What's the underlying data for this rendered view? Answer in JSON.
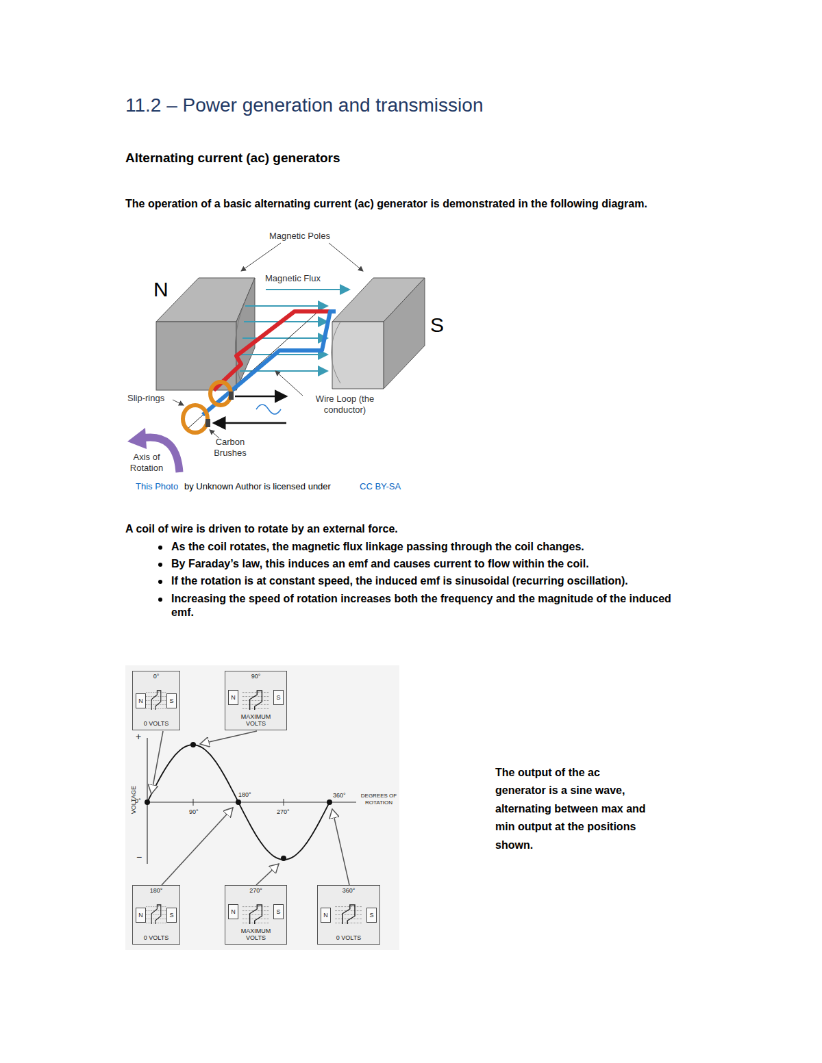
{
  "diagram": {
    "title": "11.2 – Power generation and transmission",
    "nodes": [
      {
        "text": [
          "0°",
          "N",
          "S",
          "0 VOLTS"
        ]
      },
      {
        "text": [
          "90°",
          "N",
          "S",
          "MAXIMUM VOLTS"
        ]
      },
      {
        "text": [
          "180°",
          "N",
          "S",
          "0 VOLTS"
        ]
      },
      {
        "text": [
          "270°",
          "N",
          "S",
          "MAXIMUM VOLTS"
        ]
      },
      {
        "text": [
          "360°",
          "N",
          "S",
          "0 VOLTS"
        ]
      }
    ],
    "labels": [
      "Alternating current (ac) generators",
      "The operation of a basic alternating current (ac) generator is demonstrated in the following diagram.",
      "Magnetic Poles",
      "Magnetic Flux",
      "N",
      "S",
      "Slip-rings",
      "Wire Loop (the conductor)",
      "Carbon Brushes",
      "Axis of Rotation",
      "This Photo",
      "by Unknown Author is licensed under",
      "CC BY-SA",
      "A coil of wire is driven to rotate by an external force.",
      "As the coil rotates, the magnetic flux linkage passing through the coil changes.",
      "By Faraday’s law, this induces an emf and causes current to flow within the coil.",
      "If the rotation is at constant speed, the induced emf is sinusoidal (recurring oscillation).",
      "Increasing the speed of rotation increases both the frequency and the magnitude of the induced emf.",
      "+",
      "−",
      "VOLTAGE",
      "0°",
      "90°",
      "180°",
      "270°",
      "360°",
      "DEGREES OF ROTATION",
      "The output of the ac generator is a sine wave, alternating between max and min output at the positions shown."
    ]
  }
}
